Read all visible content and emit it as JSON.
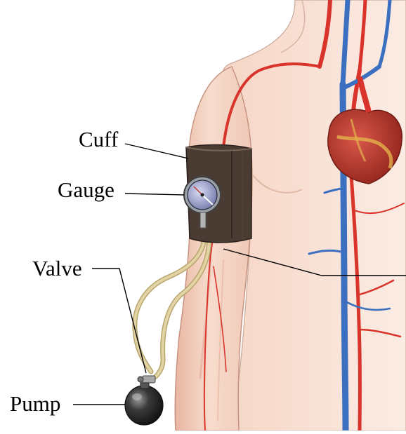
{
  "labels": {
    "cuff": "Cuff",
    "gauge": "Gauge",
    "valve": "Valve",
    "pump": "Pump"
  },
  "colors": {
    "skin": "#f3d2c2",
    "skin_shade": "#e2ab97",
    "artery": "#d9342b",
    "vein": "#3b6fc0",
    "heart": "#c0392b",
    "heart_fat": "#e3b24b",
    "cuff": "#4a3b33",
    "tube": "#d8c79a",
    "bulb": "#2f2f2f",
    "outline": "#555555"
  }
}
